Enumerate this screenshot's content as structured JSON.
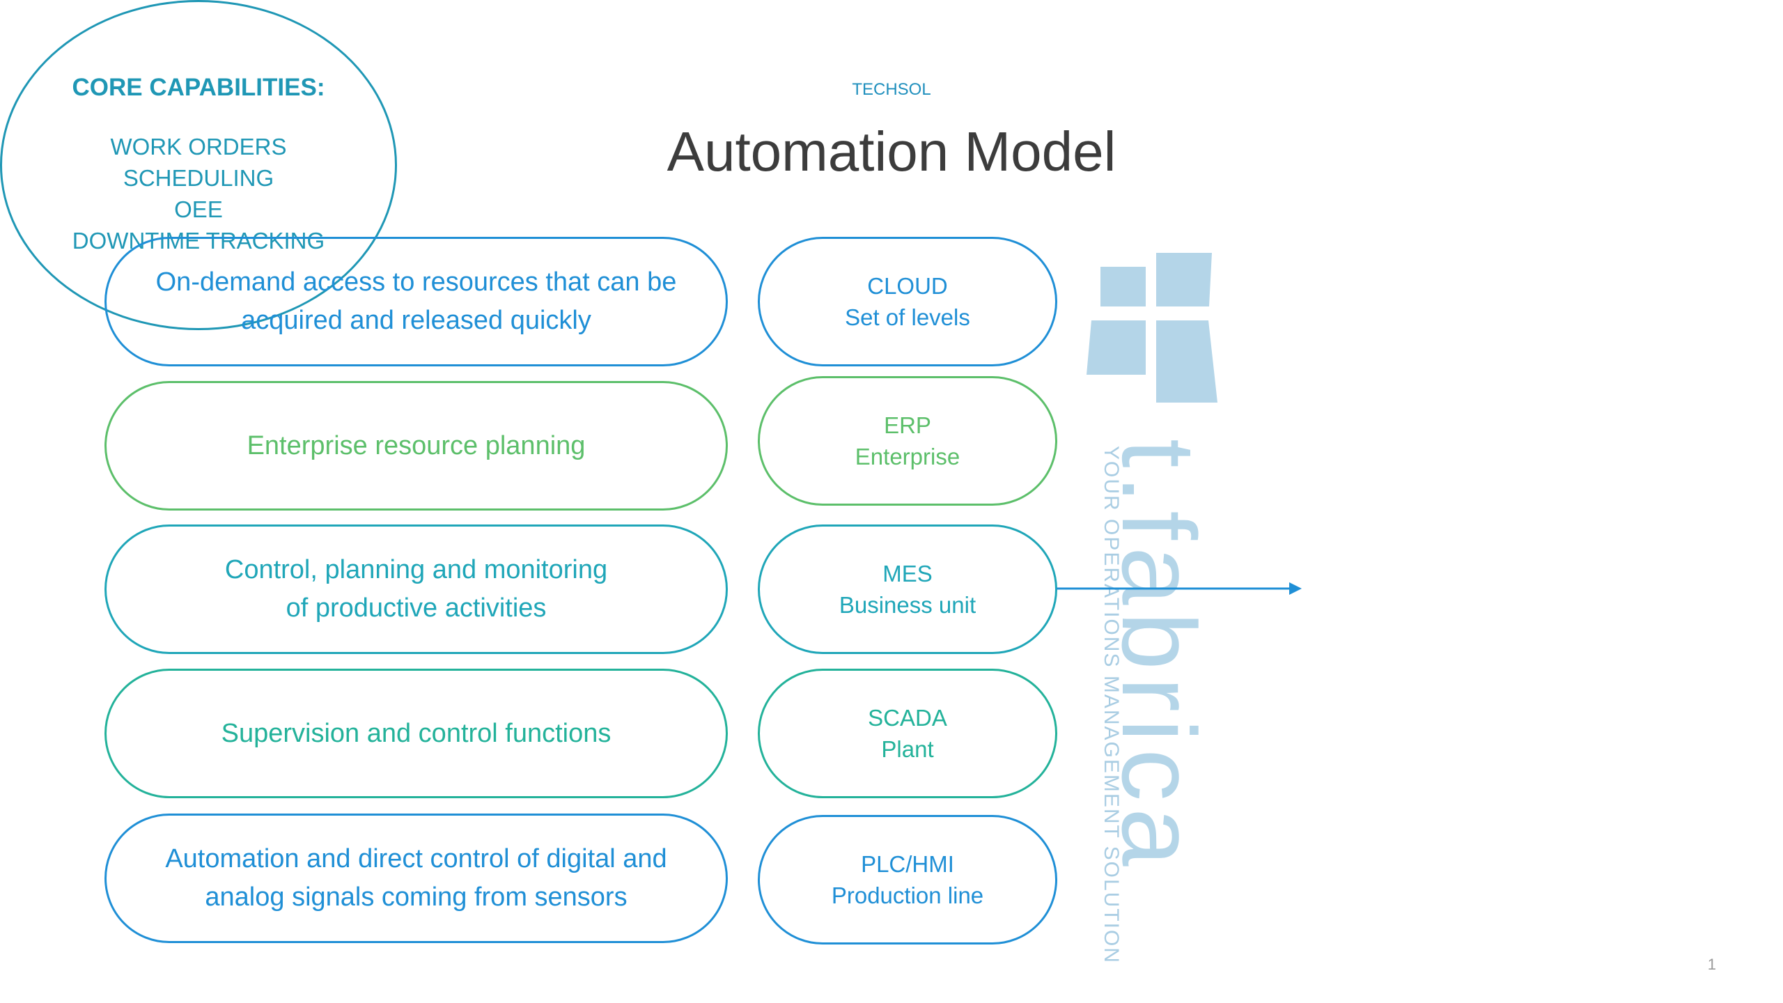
{
  "header": {
    "brand": "TECHSOL",
    "title": "Automation Model"
  },
  "descriptions": [
    {
      "lines": [
        "On-demand access to resources that can be",
        "acquired and released quickly"
      ],
      "color": "#1f8fd6"
    },
    {
      "lines": [
        "Enterprise resource planning"
      ],
      "color": "#5cbf6a"
    },
    {
      "lines": [
        "Control, planning and monitoring",
        "of productive activities"
      ],
      "color": "#1fa6b8"
    },
    {
      "lines": [
        "Supervision and control functions"
      ],
      "color": "#23b29a"
    },
    {
      "lines": [
        "Automation and direct control of digital and",
        "analog signals coming from sensors"
      ],
      "color": "#1f8fd6"
    }
  ],
  "levels": [
    {
      "name": "CLOUD",
      "sub": "Set of levels",
      "color": "#1f8fd6"
    },
    {
      "name": "ERP",
      "sub": "Enterprise",
      "color": "#5cbf6a"
    },
    {
      "name": "MES",
      "sub": "Business unit",
      "color": "#1fa6b8"
    },
    {
      "name": "SCADA",
      "sub": "Plant",
      "color": "#23b29a"
    },
    {
      "name": "PLC/HMI",
      "sub": "Production line",
      "color": "#1f8fd6"
    }
  ],
  "core": {
    "title": "CORE CAPABILITIES:",
    "items": [
      "WORK ORDERS",
      "SCHEDULING",
      "OEE",
      "DOWNTIME TRACKING"
    ],
    "color": "#1f97b5"
  },
  "logo": {
    "wordmark": "t.fabrica",
    "tagline": "YOUR OPERATIONS MANAGEMENT SOLUTION",
    "color": "#b4d5e8"
  },
  "page_number": "1"
}
